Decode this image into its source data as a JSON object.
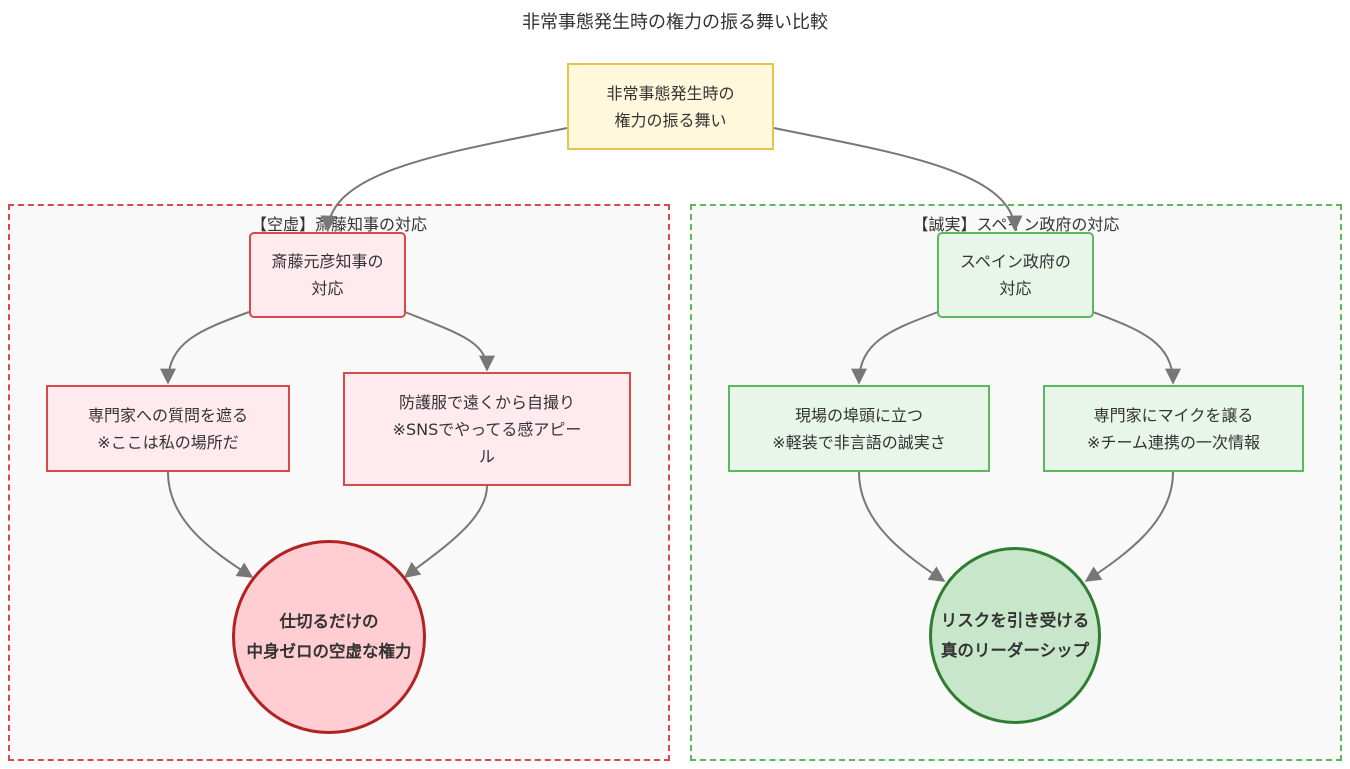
{
  "title": "非常事態発生時の権力の振る舞い比較",
  "colors": {
    "root_fill": "#fff8dc",
    "root_stroke": "#e8c34a",
    "bad_fill": "#ffebee",
    "bad_stroke": "#d84a4a",
    "bad_group_border": "#d84a4a",
    "bad_result_fill": "#ffcdd2",
    "bad_result_stroke": "#b22222",
    "good_fill": "#e8f5e9",
    "good_stroke": "#5cb85c",
    "good_group_border": "#5cb85c",
    "good_result_fill": "#c8e6c9",
    "good_result_stroke": "#2e7d32",
    "edge": "#777777"
  },
  "root": {
    "lines": [
      "非常事態発生時の",
      "権力の振る舞い"
    ]
  },
  "groups": {
    "saito": {
      "label": "【空虚】斎藤知事の対応",
      "top": {
        "lines": [
          "斎藤元彦知事の",
          "対応"
        ]
      },
      "left": {
        "lines": [
          "専門家への質問を遮る",
          "※ここは私の場所だ"
        ]
      },
      "right": {
        "lines": [
          "防護服で遠くから自撮り",
          "※SNSでやってる感アピー",
          "ル"
        ]
      },
      "result": {
        "lines": [
          "仕切るだけの",
          "中身ゼロの空虚な権力"
        ]
      }
    },
    "spain": {
      "label": "【誠実】スペイン政府の対応",
      "top": {
        "lines": [
          "スペイン政府の",
          "対応"
        ]
      },
      "left": {
        "lines": [
          "現場の埠頭に立つ",
          "※軽装で非言語の誠実さ"
        ]
      },
      "right": {
        "lines": [
          "専門家にマイクを譲る",
          "※チーム連携の一次情報"
        ]
      },
      "result": {
        "lines": [
          "リスクを引き受ける",
          "真のリーダーシップ"
        ]
      }
    }
  }
}
